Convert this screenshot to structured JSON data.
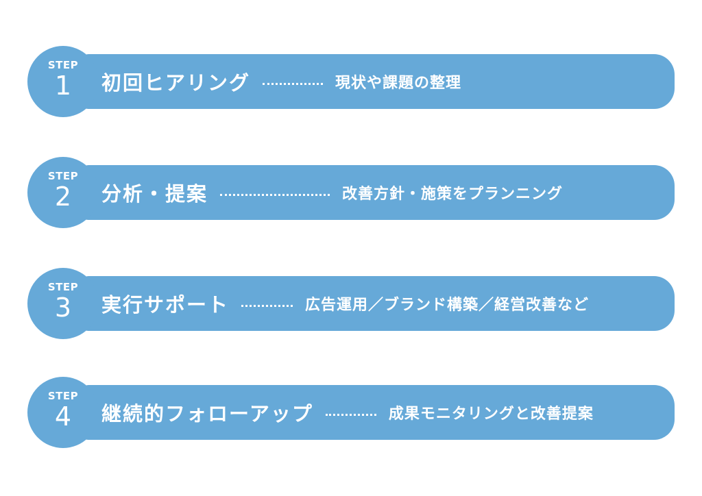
{
  "accent_color": "#66a9d8",
  "steps": [
    {
      "label": "STEP",
      "number": "1",
      "title": "初回ヒアリング",
      "description": "現状や課題の整理"
    },
    {
      "label": "STEP",
      "number": "2",
      "title": "分析・提案",
      "description": "改善方針・施策をプランニング"
    },
    {
      "label": "STEP",
      "number": "3",
      "title": "実行サポート",
      "description": "広告運用／ブランド構築／経営改善など"
    },
    {
      "label": "STEP",
      "number": "4",
      "title": "継続的フォローアップ",
      "description": "成果モニタリングと改善提案"
    }
  ]
}
